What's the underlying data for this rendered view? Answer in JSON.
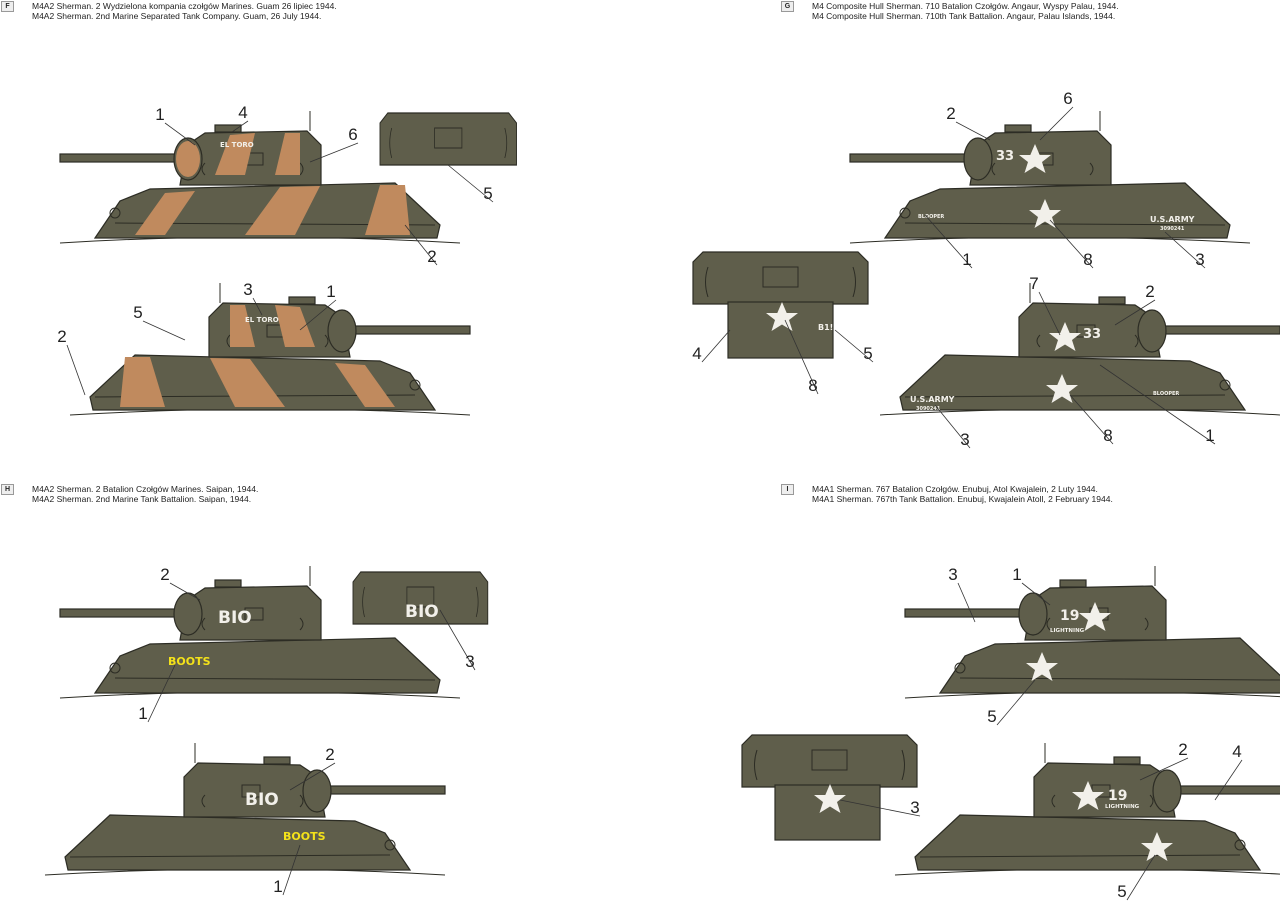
{
  "panels": {
    "F": {
      "badge": "F",
      "line1": "M4A2 Sherman. 2 Wydzielona kompania czołgów Marines. Guam 26 lipiec 1944.",
      "line2": "M4A2 Sherman. 2nd Marine Separated Tank Company. Guam, 26 July 1944.",
      "marking_name": "EL TORO",
      "callouts_top": [
        "1",
        "4",
        "6",
        "5",
        "2"
      ],
      "callouts_bottom": [
        "3",
        "1",
        "5",
        "2"
      ]
    },
    "G": {
      "badge": "G",
      "line1": "M4 Composite Hull Sherman. 710 Batalion Czołgów. Angaur, Wyspy Palau, 1944.",
      "line2": "M4 Composite Hull Sherman. 710th Tank Battalion. Angaur, Palau Islands, 1944.",
      "turret_number": "33",
      "name": "BLOOPER",
      "army": "U.S.ARMY",
      "serial": "3090241",
      "rear_code": "B1!",
      "callouts_top": [
        "2",
        "6",
        "1",
        "8",
        "3"
      ],
      "callouts_rear": [
        "4",
        "5",
        "8"
      ],
      "callouts_bottom": [
        "7",
        "2",
        "3",
        "8",
        "1"
      ]
    },
    "H": {
      "badge": "H",
      "line1": "M4A2 Sherman. 2 Batalion Czołgów Marines. Saipan, 1944.",
      "line2": "M4A2 Sherman. 2nd Marine Tank Battalion. Saipan, 1944.",
      "turret_code": "BIO",
      "name": "BOOTS",
      "callouts_top": [
        "2",
        "3",
        "1"
      ],
      "callouts_bottom": [
        "2",
        "1"
      ]
    },
    "I": {
      "badge": "I",
      "line1": "M4A1 Sherman. 767 Batalion Czołgów. Enubuj, Atol Kwajalein, 2 Luty 1944.",
      "line2": "M4A1 Sherman. 767th Tank Battalion. Enubuj, Kwajalein Atoll, 2 February 1944.",
      "turret_number": "19",
      "name": "LIGHTNING",
      "callouts_top": [
        "3",
        "1",
        "5"
      ],
      "callouts_rear": [
        "3"
      ],
      "callouts_bottom": [
        "2",
        "4",
        "5"
      ]
    }
  },
  "colors": {
    "olive": "#5f5e4b",
    "brown": "#c08a5e",
    "white": "#f2f0ea",
    "yellow": "#f4e21a"
  }
}
